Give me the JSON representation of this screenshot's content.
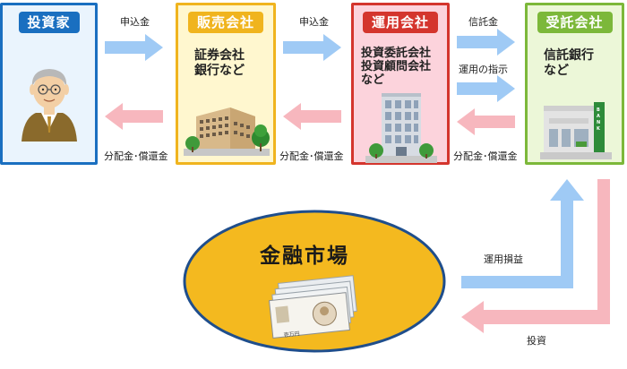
{
  "colors": {
    "investor": "#1a6fc0",
    "distributor": "#f0b41e",
    "manager": "#d4352d",
    "trustee": "#7cb83a",
    "market": "#f4b91f",
    "flow_forward": "#9fcaf5",
    "flow_return": "#f7b7be"
  },
  "boxes": {
    "investor": {
      "title": "投資家",
      "desc": ""
    },
    "distributor": {
      "title": "販売会社",
      "desc": "証券会社\n銀行など"
    },
    "manager": {
      "title": "運用会社",
      "desc": "投資委託会社\n投資顧問会社\nなど"
    },
    "trustee": {
      "title": "受託会社",
      "desc": "信託銀行\nなど"
    }
  },
  "flows": {
    "inv_to_dist": "申込金",
    "dist_to_mgr": "申込金",
    "mgr_to_trustee_1": "信託金",
    "mgr_to_trustee_2": "運用の指示",
    "dist_to_inv": "分配金･償還金",
    "mgr_to_dist": "分配金･償還金",
    "trustee_to_mgr": "分配金･償還金",
    "market_to_trustee": "運用損益",
    "trustee_to_market": "投資"
  },
  "market": {
    "title": "金融市場",
    "note_value": "壱万円"
  },
  "icons": {
    "investor": "elderly-man-icon",
    "distributor": "office-building-icon",
    "manager": "office-tower-icon",
    "trustee": "bank-building-icon",
    "market": "banknotes-icon"
  }
}
